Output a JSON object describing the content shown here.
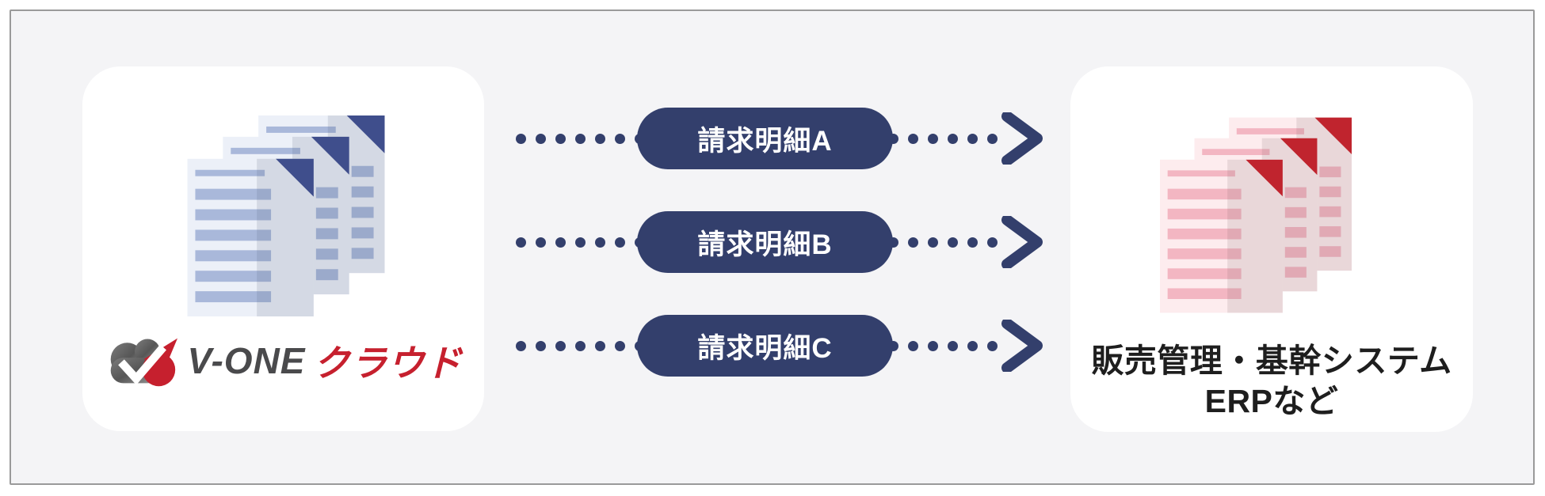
{
  "diagram": {
    "left_card": {
      "logo_brand": "V-ONE",
      "logo_suffix": "クラウド",
      "icon": "documents-stack-blue"
    },
    "flows": [
      {
        "label": "請求明細A"
      },
      {
        "label": "請求明細B"
      },
      {
        "label": "請求明細C"
      }
    ],
    "right_card": {
      "line1": "販売管理・基幹システム",
      "line2": "ERPなど",
      "icon": "documents-stack-red"
    },
    "icons": {
      "logo_mark": "cloud-checkmark",
      "arrow": "chevron-right",
      "connector": "dotted-line"
    },
    "colors": {
      "navy": "#333f6c",
      "fold_navy": "#3f4e8c",
      "doc_blue_body": "#ecf0f8",
      "doc_blue_stripe": "#a9b8da",
      "doc_red_body": "#fdecee",
      "doc_red_stripe": "#f3b6c2",
      "fold_red": "#c0242e",
      "brand_red": "#c6202e",
      "brand_gray": "#4a4a4c",
      "panel_bg": "#f4f4f6",
      "panel_border": "#9a9a9a",
      "card_bg": "#ffffff",
      "text_dark": "#1e1e1e"
    }
  }
}
